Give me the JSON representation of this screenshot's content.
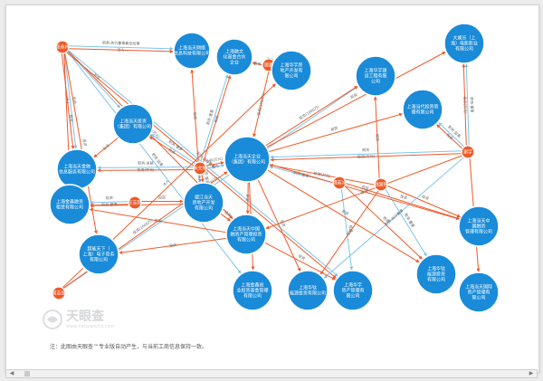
{
  "watermark": {
    "brand": "天眼查",
    "url": "www.tianyancha.com"
  },
  "footnote": "注：此图由天眼查™专业版自动产生，与当前工商信息保持一致。",
  "colors": {
    "company": "#1a8bd8",
    "person": "#f05a28",
    "investment_edge": "#f05a28",
    "position_edge": "#7fc4ec"
  },
  "nodes": [
    {
      "id": "p_zhang",
      "type": "person",
      "lines": [
        "张永林"
      ]
    },
    {
      "id": "p_gu",
      "type": "person",
      "lines": [
        "顾君"
      ]
    },
    {
      "id": "p_zhu",
      "type": "person",
      "lines": [
        "朱文博"
      ]
    },
    {
      "id": "p_wang",
      "type": "person",
      "lines": [
        "王志刚"
      ]
    },
    {
      "id": "p_zhou",
      "type": "person",
      "lines": [
        "周志强"
      ]
    },
    {
      "id": "p_xu",
      "type": "person",
      "lines": [
        "魏若冰"
      ]
    },
    {
      "id": "p_yao",
      "type": "person",
      "lines": [
        "姚国锋"
      ]
    },
    {
      "id": "p_xie",
      "type": "person",
      "lines": [
        "谢宇"
      ]
    },
    {
      "id": "c1",
      "type": "company",
      "lines": [
        "上海当天网络",
        "信息科技有限公司"
      ]
    },
    {
      "id": "c2",
      "type": "company",
      "lines": [
        "上海融文",
        "化基金合伙",
        "企业"
      ]
    },
    {
      "id": "c3",
      "type": "company",
      "lines": [
        "上海华宇房",
        "地产开发有",
        "限公司"
      ]
    },
    {
      "id": "c4",
      "type": "company",
      "lines": [
        "上海华宇建",
        "设工程有限",
        "公司"
      ]
    },
    {
      "id": "c5",
      "type": "company",
      "lines": [
        "大娱乐（上",
        "海）电影影业",
        "有限公司"
      ]
    },
    {
      "id": "c6",
      "type": "company",
      "lines": [
        "上海当天企业",
        "（集团）有限公司"
      ]
    },
    {
      "id": "c7",
      "type": "company",
      "lines": [
        "上海当代投资管",
        "理有限公司"
      ]
    },
    {
      "id": "c8",
      "type": "company",
      "lines": [
        "上海当天投资",
        "（集团）有限公司"
      ]
    },
    {
      "id": "c9",
      "type": "company",
      "lines": [
        "上海当天金融",
        "信息服务有限公司"
      ]
    },
    {
      "id": "c10",
      "type": "company",
      "lines": [
        "上海金鑫融资",
        "租赁有限公司"
      ]
    },
    {
      "id": "c11",
      "type": "company",
      "lines": [
        "德江当天",
        "房地产开发",
        "有限公司"
      ]
    },
    {
      "id": "c12",
      "type": "company",
      "lines": [
        "上海当天中国",
        "融资产管理投资",
        "有限公司"
      ]
    },
    {
      "id": "c13",
      "type": "company",
      "lines": [
        "超能天下（",
        "上海）电子商务",
        "有限公司"
      ]
    },
    {
      "id": "c14",
      "type": "company",
      "lines": [
        "上海金鑫创",
        "业投资基金管理",
        "有限公司"
      ]
    },
    {
      "id": "c15",
      "type": "company",
      "lines": [
        "上海华钛",
        "能源投资有限公司"
      ]
    },
    {
      "id": "c16",
      "type": "company",
      "lines": [
        "上海华宇",
        "资产管理有",
        "限公司"
      ]
    },
    {
      "id": "c17",
      "type": "company",
      "lines": [
        "上海华钛",
        "能源投资",
        "有限公司"
      ]
    },
    {
      "id": "c18",
      "type": "company",
      "lines": [
        "上海当天中",
        "国融资",
        "管理有限公司"
      ]
    },
    {
      "id": "c19",
      "type": "company",
      "lines": [
        "上海当天国际",
        "资产管理有",
        "限公司"
      ]
    }
  ],
  "edges": [
    {
      "from": "p_zhang",
      "to": "c1",
      "kind": "position",
      "label": "职务:执行董事兼总经理"
    },
    {
      "from": "p_zhang",
      "to": "c1",
      "kind": "investment",
      "label": "法人"
    },
    {
      "from": "p_zhang",
      "to": "c8",
      "kind": "position",
      "label": "股东"
    },
    {
      "from": "p_zhang",
      "to": "c9",
      "kind": "position",
      "label": "投资"
    },
    {
      "from": "p_zhang",
      "to": "c9",
      "kind": "investment",
      "label": "法人"
    },
    {
      "from": "p_zhang",
      "to": "c13",
      "kind": "investment",
      "label": "投资"
    },
    {
      "from": "p_zhang",
      "to": "c14",
      "kind": "position",
      "label": "职务:监事"
    },
    {
      "from": "p_zhang",
      "to": "c12",
      "kind": "investment",
      "label": "投资(万元)"
    },
    {
      "from": "p_zhang",
      "to": "c16",
      "kind": "position",
      "label": "职务:执行董事"
    },
    {
      "from": "p_zhang",
      "to": "c10",
      "kind": "investment",
      "label": "投资"
    },
    {
      "from": "p_zhang",
      "to": "c16",
      "kind": "investment",
      "label": "法人"
    },
    {
      "from": "p_gu",
      "to": "c2",
      "kind": "investment",
      "label": "投资"
    },
    {
      "from": "p_gu",
      "to": "c6",
      "kind": "investment",
      "label": "投资(1000万)"
    },
    {
      "from": "p_gu",
      "to": "c3",
      "kind": "position",
      "label": "职务:董事"
    },
    {
      "from": "p_zhu",
      "to": "c2",
      "kind": "position",
      "label": "职务:董事"
    },
    {
      "from": "p_zhu",
      "to": "c2",
      "kind": "investment",
      "label": "投资"
    },
    {
      "from": "p_zhu",
      "to": "c8",
      "kind": "investment",
      "label": "投资"
    },
    {
      "from": "p_zhu",
      "to": "c8",
      "kind": "position",
      "label": "职务:董事"
    },
    {
      "from": "p_zhu",
      "to": "c9",
      "kind": "investment",
      "label": "投资(万元)"
    },
    {
      "from": "p_zhu",
      "to": "c9",
      "kind": "position",
      "label": "职务:总裁"
    },
    {
      "from": "p_zhu",
      "to": "c6",
      "kind": "investment",
      "label": "投资(万元)"
    },
    {
      "from": "p_zhu",
      "to": "c6",
      "kind": "position",
      "label": "股东"
    },
    {
      "from": "p_zhu",
      "to": "c11",
      "kind": "investment",
      "label": "职务:董事长"
    },
    {
      "from": "p_zhu",
      "to": "c11",
      "kind": "position",
      "label": "法人"
    },
    {
      "from": "p_zhu",
      "to": "c1",
      "kind": "investment",
      "label": "投资"
    },
    {
      "from": "p_wang",
      "to": "c10",
      "kind": "investment",
      "label": "职务:董事"
    },
    {
      "from": "p_wang",
      "to": "c10",
      "kind": "position",
      "label": "投资"
    },
    {
      "from": "p_wang",
      "to": "c11",
      "kind": "investment",
      "label": "投资"
    },
    {
      "from": "p_zhou",
      "to": "c4",
      "kind": "position",
      "label": "投资(1000万)"
    },
    {
      "from": "p_zhou",
      "to": "c6",
      "kind": "investment",
      "label": "投资(1000万)"
    },
    {
      "from": "p_zhou",
      "to": "c3",
      "kind": "investment",
      "label": "法人"
    },
    {
      "from": "p_xu",
      "to": "c6",
      "kind": "position",
      "label": "职务:董事"
    },
    {
      "from": "p_xu",
      "to": "c17",
      "kind": "investment",
      "label": "投资"
    },
    {
      "from": "p_xu",
      "to": "c16",
      "kind": "position",
      "label": "投资"
    },
    {
      "from": "p_xu",
      "to": "c18",
      "kind": "investment",
      "label": "投资"
    },
    {
      "from": "p_yao",
      "to": "c6",
      "kind": "investment",
      "label": "投资(万元)"
    },
    {
      "from": "p_yao",
      "to": "c4",
      "kind": "investment",
      "label": "投资"
    },
    {
      "from": "p_yao",
      "to": "c17",
      "kind": "position",
      "label": "职务:董事"
    },
    {
      "from": "p_yao",
      "to": "c18",
      "kind": "investment",
      "label": "投资"
    },
    {
      "from": "p_yao",
      "to": "c15",
      "kind": "investment",
      "label": "投资"
    },
    {
      "from": "p_xie",
      "to": "c5",
      "kind": "investment",
      "label": "投资(万元)"
    },
    {
      "from": "p_xie",
      "to": "c5",
      "kind": "position",
      "label": "职务:董事"
    },
    {
      "from": "p_xie",
      "to": "c7",
      "kind": "investment",
      "label": "投资"
    },
    {
      "from": "p_xie",
      "to": "c7",
      "kind": "position",
      "label": "职务:监事"
    },
    {
      "from": "p_xie",
      "to": "c6",
      "kind": "investment",
      "label": "投资(万元)"
    },
    {
      "from": "p_xie",
      "to": "c6",
      "kind": "position",
      "label": "股东"
    },
    {
      "from": "p_xie",
      "to": "c19",
      "kind": "investment",
      "label": "投资"
    },
    {
      "from": "p_xie",
      "to": "c12",
      "kind": "investment",
      "label": "投资"
    },
    {
      "from": "p_xie",
      "to": "c15",
      "kind": "position",
      "label": "职务:执行董事"
    },
    {
      "from": "c6",
      "to": "c5",
      "kind": "investment",
      "label": "投资"
    },
    {
      "from": "c6",
      "to": "c18",
      "kind": "investment",
      "label": "投资"
    },
    {
      "from": "c6",
      "to": "c15",
      "kind": "investment",
      "label": "投资"
    },
    {
      "from": "c6",
      "to": "c17",
      "kind": "investment",
      "label": "投资"
    },
    {
      "from": "c6",
      "to": "c12",
      "kind": "investment",
      "label": "投资"
    },
    {
      "from": "c6",
      "to": "c14",
      "kind": "investment",
      "label": "投资"
    },
    {
      "from": "c6",
      "to": "c7",
      "kind": "investment",
      "label": "投资"
    },
    {
      "from": "c6",
      "to": "c4",
      "kind": "investment",
      "label": "投资(1000万)"
    },
    {
      "from": "c8",
      "to": "c9",
      "kind": "investment",
      "label": "投资"
    },
    {
      "from": "c11",
      "to": "c12",
      "kind": "investment",
      "label": "投资"
    },
    {
      "from": "c12",
      "to": "c13",
      "kind": "investment",
      "label": "投资"
    },
    {
      "from": "c12",
      "to": "c16",
      "kind": "investment",
      "label": "投资"
    },
    {
      "from": "c11",
      "to": "c10",
      "kind": "investment",
      "label": "投资"
    },
    {
      "from": "c12",
      "to": "c10",
      "kind": "investment",
      "label": "投资"
    }
  ]
}
